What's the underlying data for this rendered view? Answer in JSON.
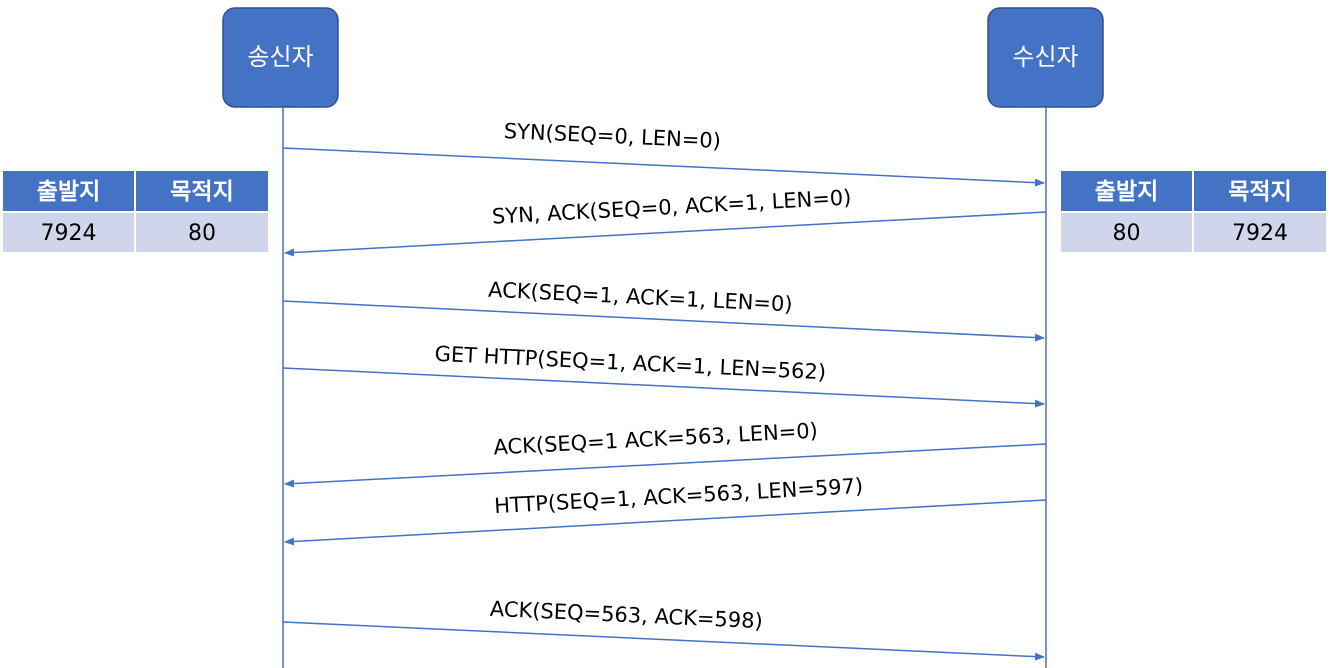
{
  "actors": {
    "sender": "송신자",
    "receiver": "수신자"
  },
  "messages": [
    {
      "label": "SYN(SEQ=0, LEN=0)",
      "direction": "to-receiver"
    },
    {
      "label": "SYN, ACK(SEQ=0, ACK=1, LEN=0)",
      "direction": "to-sender"
    },
    {
      "label": "ACK(SEQ=1, ACK=1, LEN=0)",
      "direction": "to-receiver"
    },
    {
      "label": "GET HTTP(SEQ=1, ACK=1, LEN=562)",
      "direction": "to-receiver"
    },
    {
      "label": "ACK(SEQ=1 ACK=563, LEN=0)",
      "direction": "to-sender"
    },
    {
      "label": "HTTP(SEQ=1, ACK=563, LEN=597)",
      "direction": "to-sender"
    },
    {
      "label": "ACK(SEQ=563, ACK=598)",
      "direction": "to-receiver"
    }
  ],
  "tables": {
    "sender_ports": {
      "headers": [
        "출발지",
        "목적지"
      ],
      "values": [
        "7924",
        "80"
      ]
    },
    "receiver_ports": {
      "headers": [
        "출발지",
        "목적지"
      ],
      "values": [
        "80",
        "7924"
      ]
    }
  },
  "colors": {
    "accent": "#4472C4",
    "table_cell": "#CFD5EA"
  }
}
